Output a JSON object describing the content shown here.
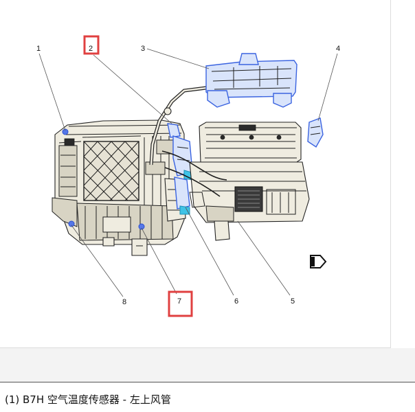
{
  "diagram": {
    "callouts": [
      {
        "id": "1",
        "label": "1"
      },
      {
        "id": "2",
        "label": "2"
      },
      {
        "id": "3",
        "label": "3"
      },
      {
        "id": "4",
        "label": "4"
      },
      {
        "id": "5",
        "label": "5"
      },
      {
        "id": "6",
        "label": "6"
      },
      {
        "id": "7",
        "label": "7"
      },
      {
        "id": "8",
        "label": "8"
      }
    ],
    "highlighted": [
      "2",
      "7"
    ],
    "colors": {
      "highlight_box": "#e04040",
      "component_blue": "#3a63e0",
      "component_cyan": "#3fc3e6",
      "housing": "#efece0"
    },
    "orientation_icon": "front-arrow-icon"
  },
  "caption": {
    "text": "(1) B7H 空气温度传感器 - 左上风管"
  }
}
